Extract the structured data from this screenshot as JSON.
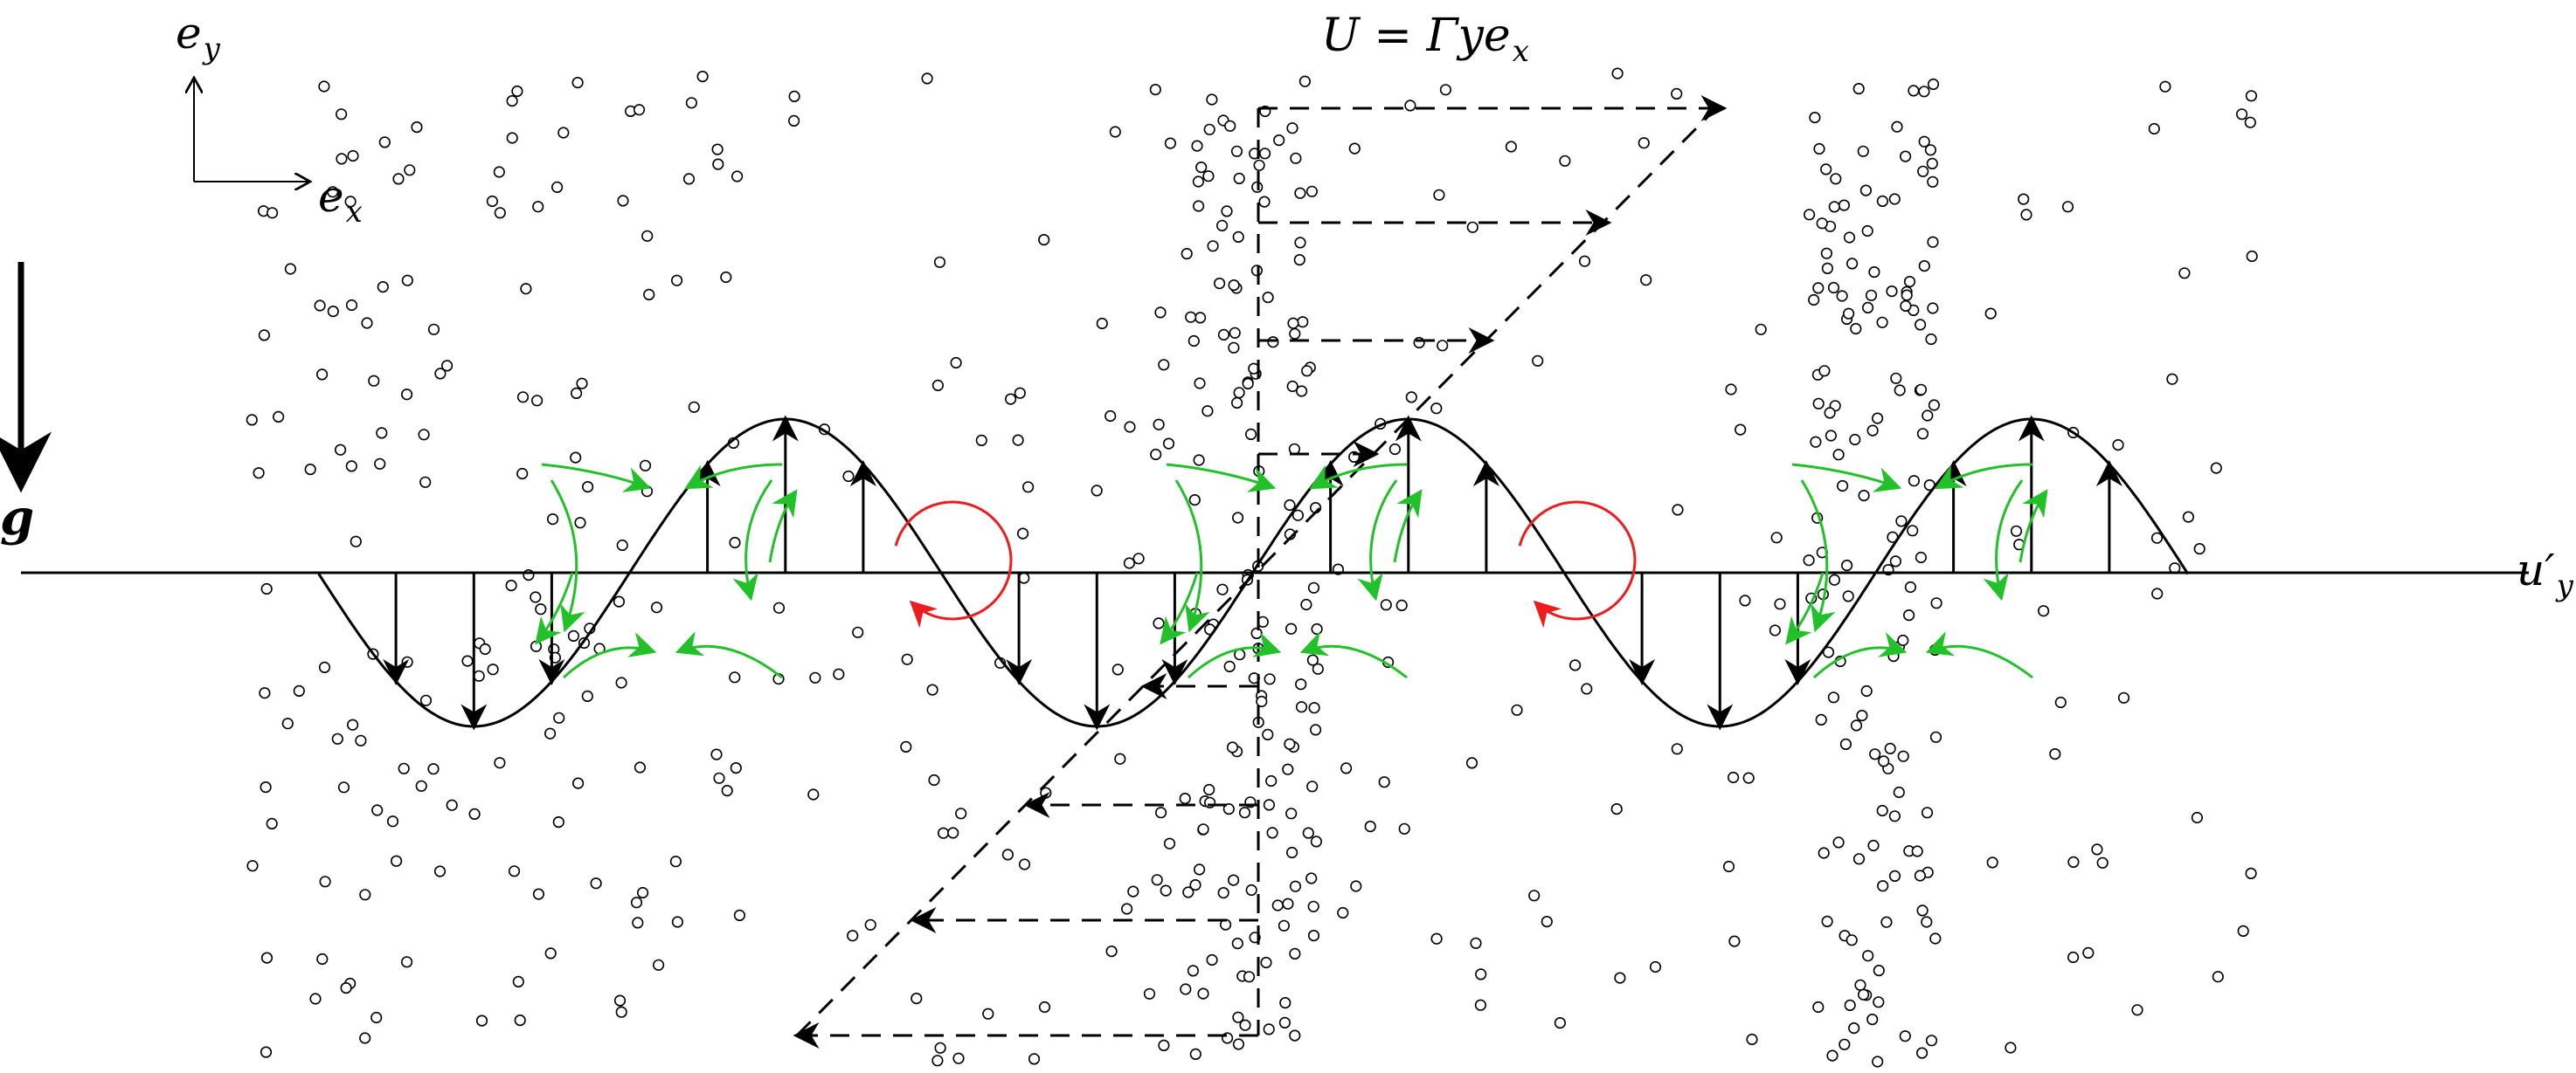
{
  "labels": {
    "ey_main": "e",
    "ey_sub": "y",
    "ex_main": "e",
    "ex_sub": "x",
    "gravity": "g",
    "velocity_fluctuation_main": "u′",
    "velocity_fluctuation_sub": "y",
    "shear_flow_main": "U = Γye",
    "shear_flow_sub": "x"
  },
  "colors": {
    "ink": "#000000",
    "vortex": "#ee1c1c",
    "particle_flow": "#22c12a",
    "background": "#ffffff"
  },
  "elements": {
    "particles": "open-circle markers",
    "sinusoid": "solid black wave",
    "shear_profile": "dashed linear velocity profile"
  }
}
